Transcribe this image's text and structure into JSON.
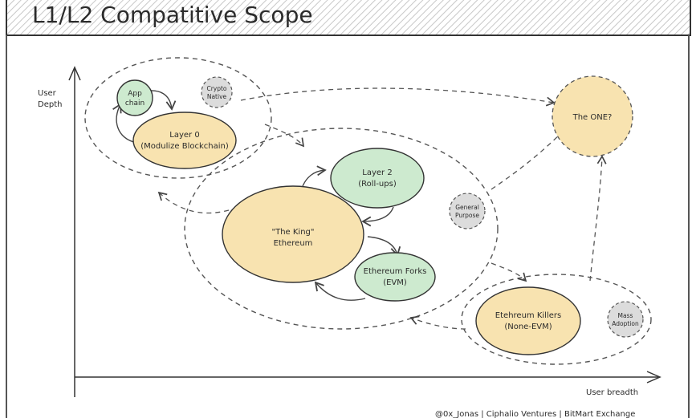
{
  "title": "L1/L2 Compatitive Scope",
  "axes": {
    "y_label": [
      "User",
      "Depth"
    ],
    "x_label": "User breadth"
  },
  "nodes": {
    "app_chain": [
      "App",
      "chain"
    ],
    "crypto_native": [
      "Crypto",
      "Native"
    ],
    "layer0": [
      "Layer 0",
      "(Modulize Blockchain)"
    ],
    "the_one": [
      "The ONE?"
    ],
    "layer2": [
      "Layer 2",
      "(Roll-ups)"
    ],
    "general_purpose": [
      "General",
      "Purpose"
    ],
    "ethereum": [
      "\"The King\"",
      "Ethereum"
    ],
    "eth_forks": [
      "Ethereum Forks",
      "(EVM)"
    ],
    "eth_killers": [
      "Etehreum Killers",
      "(None-EVM)"
    ],
    "mass_adoption": [
      "Mass",
      "Adoption"
    ]
  },
  "footer": "@0x_Jonas | Ciphalio Ventures | BitMart Exchange",
  "colors": {
    "yellow": "#f8e3b0",
    "green": "#cdeacf",
    "gray": "#dcdcdc",
    "stroke": "#3a3a3a",
    "dash": "#555555"
  }
}
